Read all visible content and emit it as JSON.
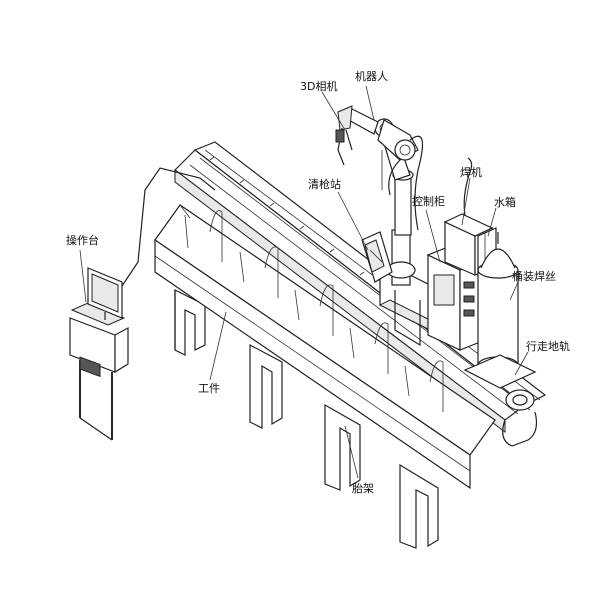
{
  "labels": {
    "camera_3d": "3D相机",
    "robot": "机器人",
    "torch_station": "清枪站",
    "control_cabinet": "控制柜",
    "welder": "焊机",
    "water_tank": "水箱",
    "wire_barrel": "桶装焊丝",
    "walking_rail": "行走地轨",
    "console": "操作台",
    "workpiece": "工件",
    "fixture": "胎架"
  }
}
